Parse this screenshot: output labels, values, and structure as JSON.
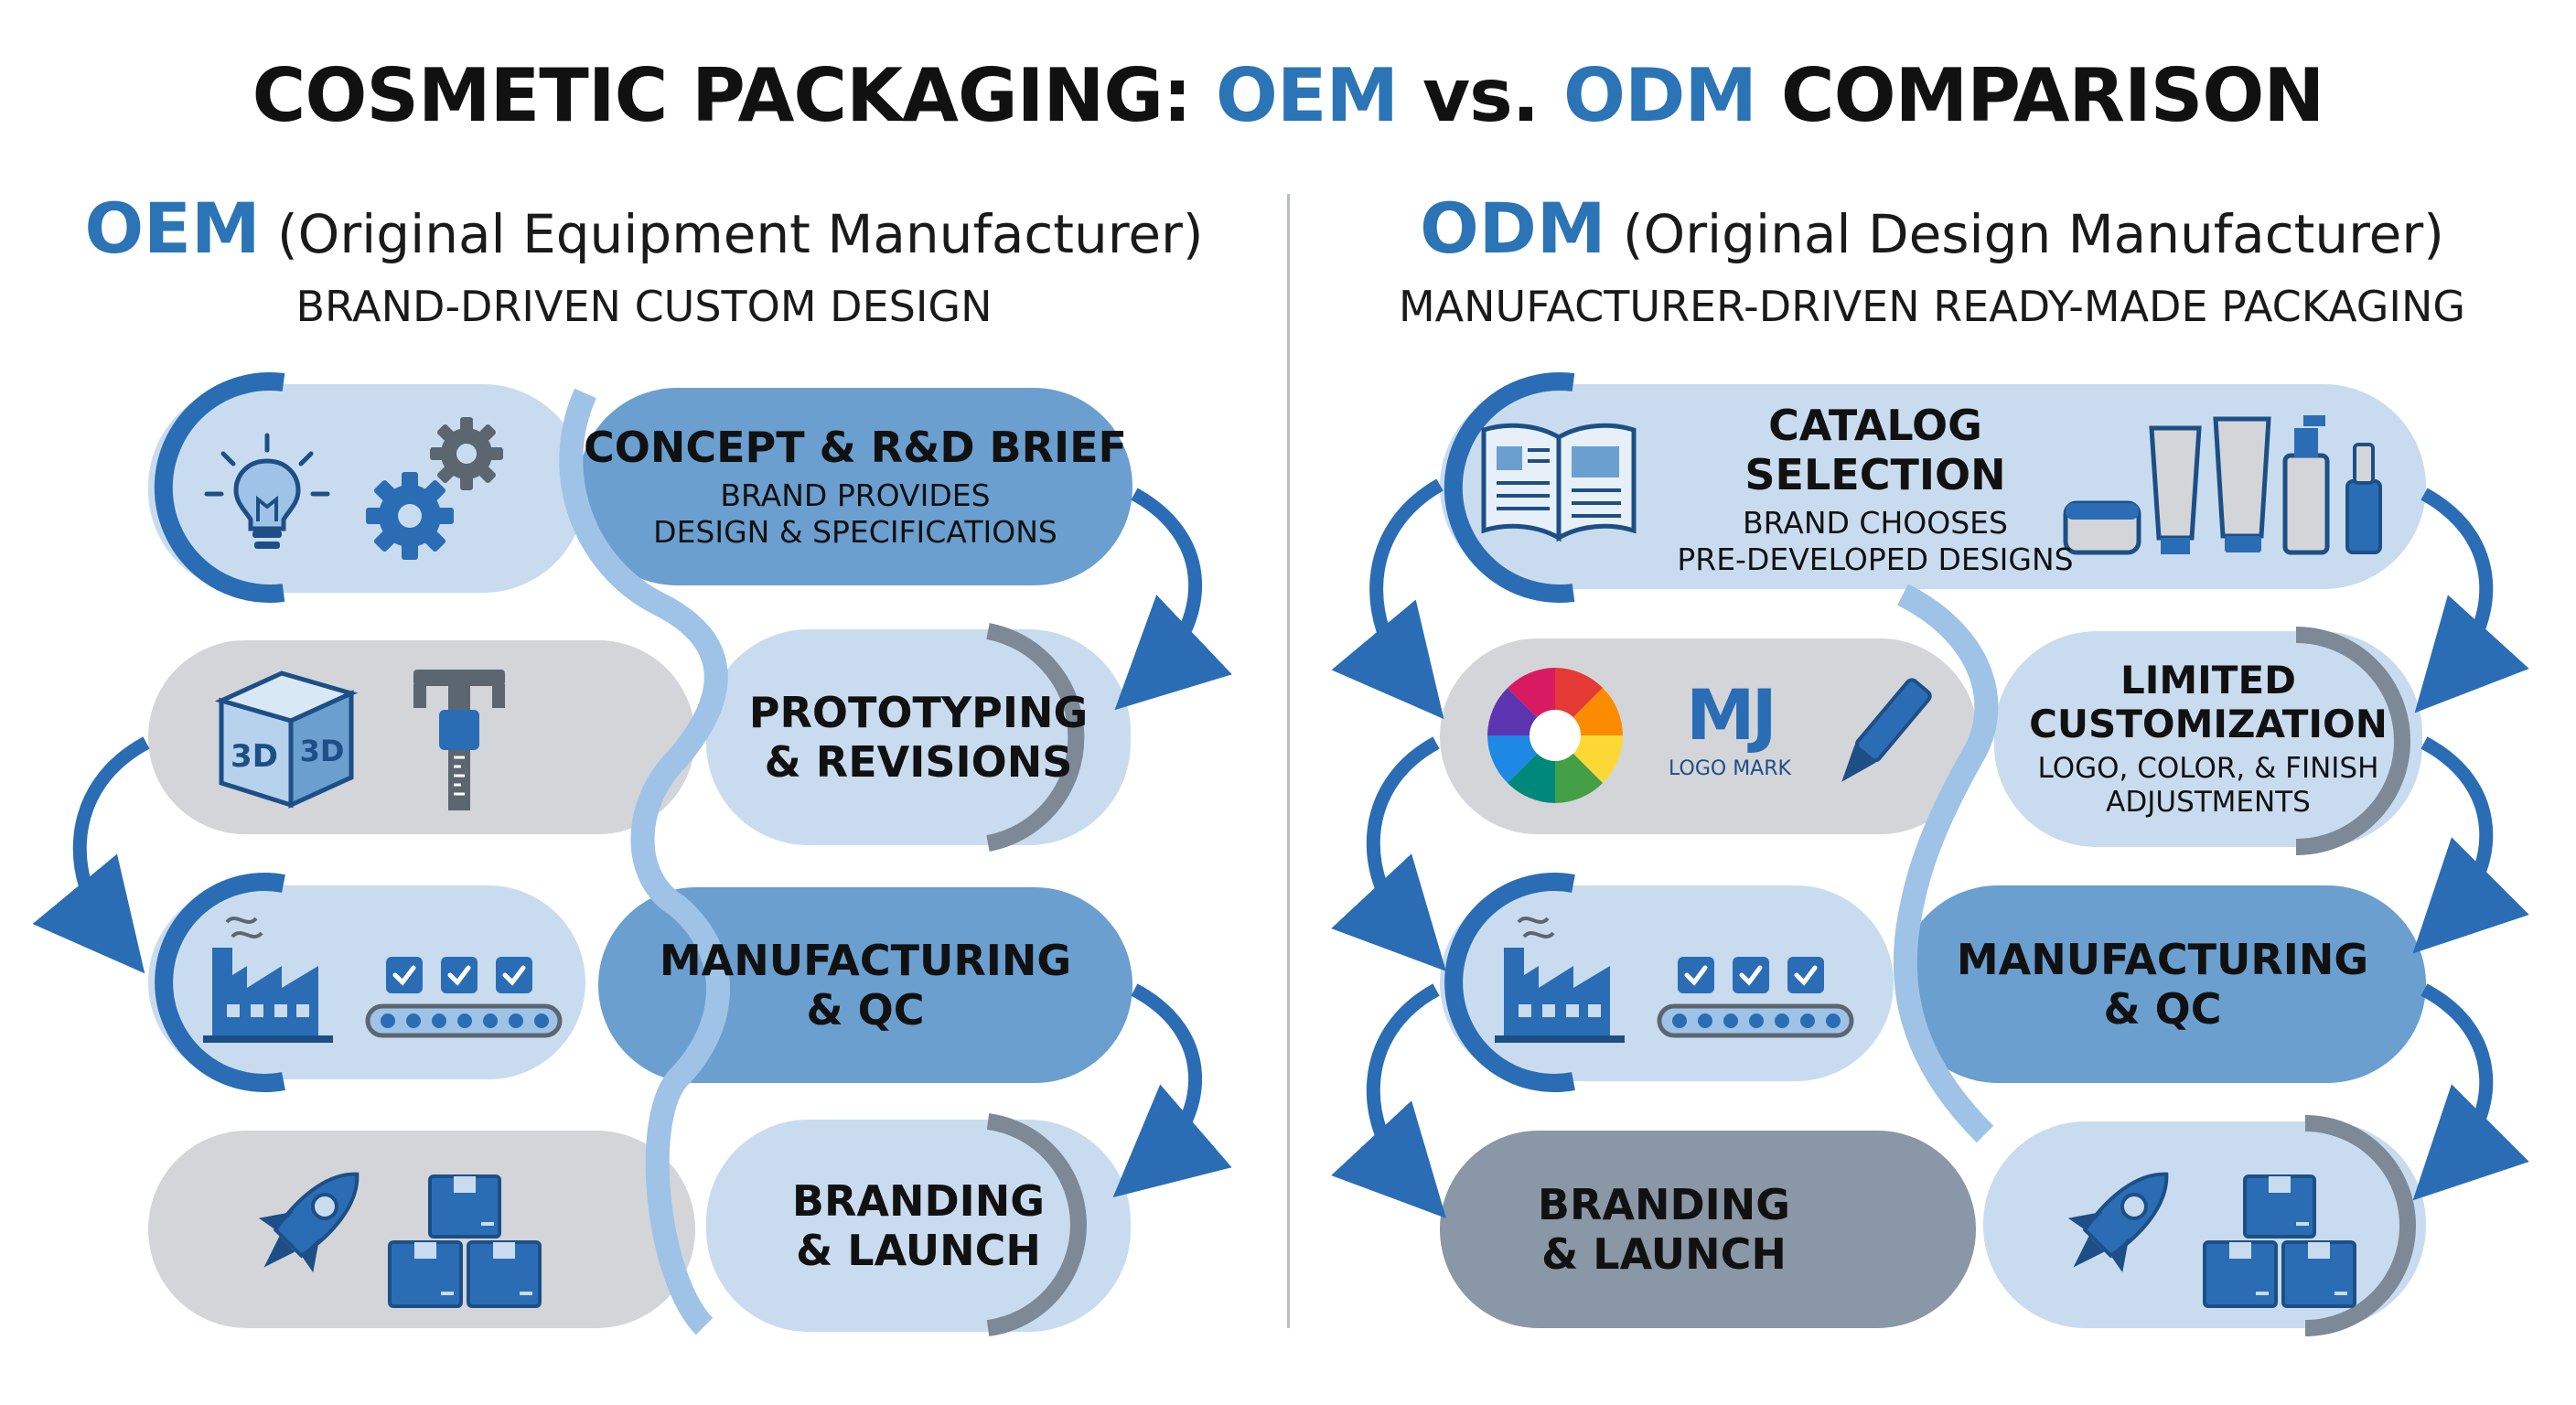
{
  "title": {
    "prefix": "COSMETIC PACKAGING: ",
    "oem": "OEM",
    "vs": " vs. ",
    "odm": "ODM",
    "suffix": " COMPARISON"
  },
  "oem": {
    "abbr": "OEM",
    "full": " (Original Equipment Manufacturer)",
    "subtitle": "BRAND-DRIVEN CUSTOM DESIGN",
    "steps": [
      {
        "title": "CONCEPT & R&D BRIEF",
        "desc": [
          "BRAND PROVIDES",
          "DESIGN & SPECIFICATIONS"
        ]
      },
      {
        "title": "PROTOTYPING",
        "title2": "& REVISIONS"
      },
      {
        "title": "MANUFACTURING",
        "title2": "& QC"
      },
      {
        "title": "BRANDING",
        "title2": "& LAUNCH"
      }
    ],
    "icon_labels": {
      "cube_face_left": "3D",
      "cube_face_right": "3D"
    }
  },
  "odm": {
    "abbr": "ODM",
    "full": " (Original Design Manufacturer)",
    "subtitle": "MANUFACTURER-DRIVEN READY-MADE PACKAGING",
    "steps": [
      {
        "title": "CATALOG SELECTION",
        "desc": [
          "BRAND CHOOSES",
          "PRE-DEVELOPED DESIGNS"
        ]
      },
      {
        "title": "LIMITED",
        "title2": "CUSTOMIZATION",
        "desc": [
          "LOGO, COLOR, & FINISH",
          "ADJUSTMENTS"
        ]
      },
      {
        "title": "MANUFACTURING",
        "title2": "& QC"
      },
      {
        "title": "BRANDING",
        "title2": "& LAUNCH"
      }
    ],
    "icon_labels": {
      "logo_glyph": "MJ",
      "logo_caption": "LOGO MARK"
    }
  },
  "colors": {
    "accent": "#2b74b6",
    "pale_blue": "#c9dcef",
    "mid_blue": "#6a9fcf",
    "gray": "#d2d4d8",
    "dark_gray": "#8a97a6",
    "icon_blue": "#2a6db5",
    "icon_dark": "#1d4f86"
  },
  "icons": [
    "lightbulb-icon",
    "gears-icon",
    "cube-3d-icon",
    "caliper-icon",
    "factory-icon",
    "conveyor-icon",
    "rocket-icon",
    "boxes-icon",
    "catalog-book-icon",
    "cosmetic-bottles-icon",
    "color-wheel-icon",
    "logo-mark-icon",
    "pen-icon"
  ]
}
